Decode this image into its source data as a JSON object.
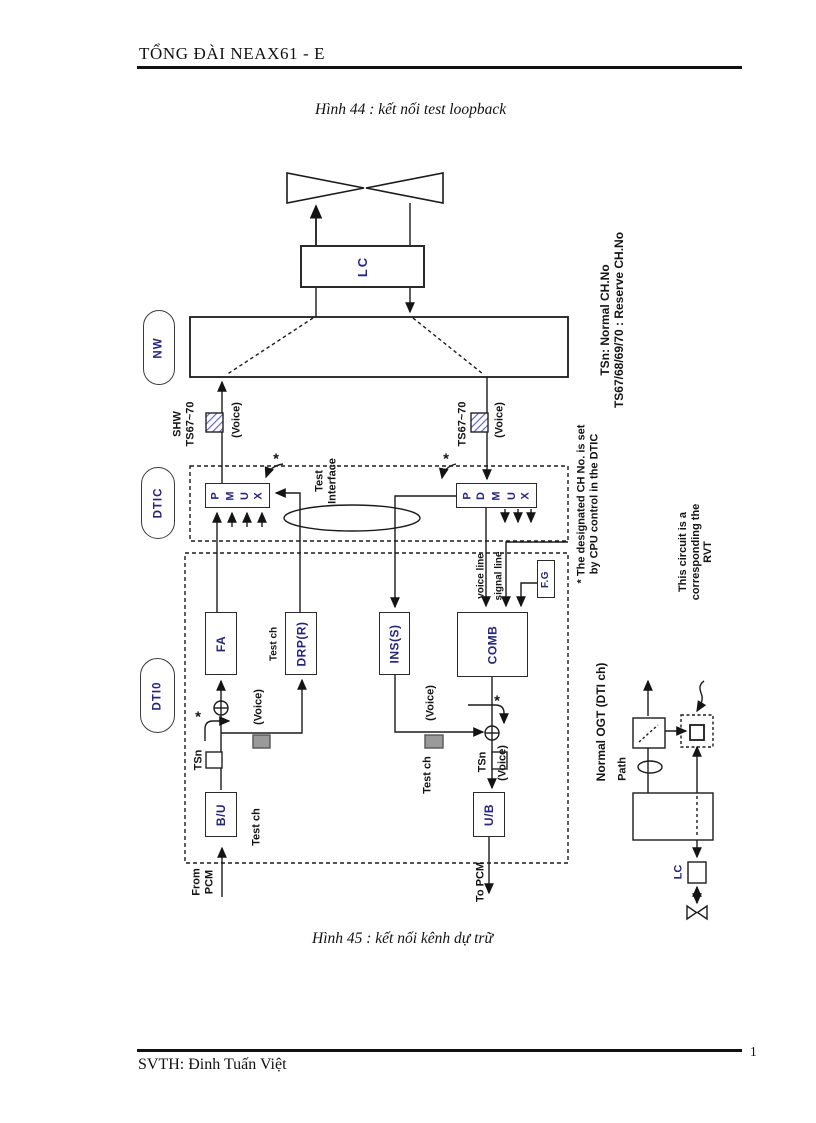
{
  "page": {
    "header_title": "TỔNG ĐÀI NEAX61  - E",
    "caption_fig44": "Hình 44 : kết nối test loopback",
    "caption_fig45": "Hình 45 : kết nối kênh dự trữ",
    "footer_author": "SVTH: Đinh Tuấn Việt",
    "page_number": "1"
  },
  "diagram": {
    "pills": {
      "nw": "NW",
      "dtic": "DTIC",
      "dti0": "DTI0"
    },
    "blocks": {
      "lc": "LC",
      "pmux": "PMUX",
      "pdmux": "PDMUX",
      "fa": "FA",
      "drp": "DRP(R)",
      "ins": "INS(S)",
      "comb": "COMB",
      "fg": "F.G",
      "bu": "B/U",
      "ub": "U/B",
      "lc_small": "LC"
    },
    "labels": {
      "shw_ts": "SHW\nTS67~70",
      "voice_left": "(Voice)",
      "ts_right": "TS67~70",
      "voice_right": "(Voice)",
      "test_interface": "Test\nInterface",
      "voice_line": "voice line",
      "signal_line": "signal line",
      "test_ch_drp": "Test ch",
      "tsn_left": "TSn",
      "voice_mid_left": "(Voice)",
      "test_ch_left": "Test ch",
      "from_pcm": "From\nPCM",
      "voice_mid_right": "(Voice)",
      "test_ch_right": "Test ch",
      "tsn_right": "TSn",
      "voice_ub": "(Voice)",
      "to_pcm": "To PCM",
      "star": "*"
    },
    "notes": {
      "tsn_legend": "TSn:   Normal CH.No\nTS67/68/69/70 : Reserve CH.No",
      "designated": "* The designated CH No. is set\nby CPU control in the DTIC",
      "rvt": "This circuit is a corresponding the RVT"
    },
    "mini": {
      "title": "Normal OGT (DTI ch)",
      "path_label": "Path"
    }
  }
}
